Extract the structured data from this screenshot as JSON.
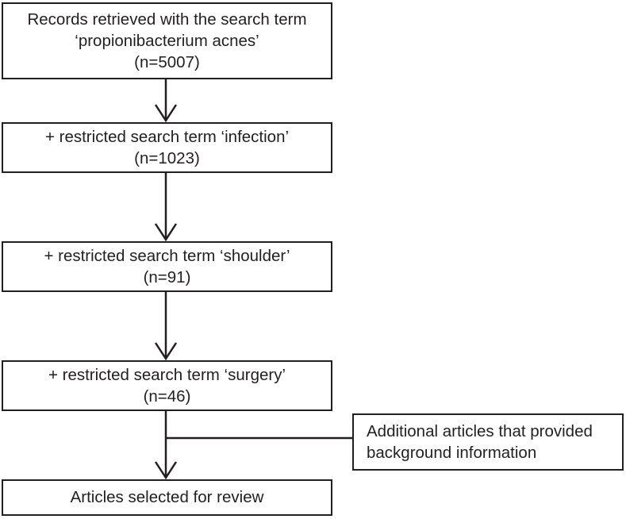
{
  "diagram": {
    "title": "Literature search flow diagram",
    "type": "flowchart",
    "colors": {
      "stroke": "#231f20",
      "text": "#231f20",
      "background": "#ffffff"
    },
    "nodes": [
      {
        "id": "records",
        "lines": [
          "Records retrieved with the search term",
          "‘propionibacterium acnes’",
          "(n=5007)"
        ],
        "count": 5007
      },
      {
        "id": "infection",
        "lines": [
          "+ restricted search term ‘infection’",
          "(n=1023)"
        ],
        "count": 1023
      },
      {
        "id": "shoulder",
        "lines": [
          "+ restricted search term ‘shoulder’",
          "(n=91)"
        ],
        "count": 91
      },
      {
        "id": "surgery",
        "lines": [
          "+ restricted search term ‘surgery’",
          "(n=46)"
        ],
        "count": 46
      },
      {
        "id": "additional",
        "lines": [
          "Additional articles that provided",
          "background information"
        ]
      },
      {
        "id": "selected",
        "lines": [
          "Articles selected for review"
        ]
      }
    ],
    "edges": [
      {
        "id": "records-to-infection",
        "from": "records",
        "to": "infection",
        "style": "arrow-down"
      },
      {
        "id": "infection-to-shoulder",
        "from": "infection",
        "to": "shoulder",
        "style": "arrow-down"
      },
      {
        "id": "shoulder-to-surgery",
        "from": "shoulder",
        "to": "surgery",
        "style": "arrow-down"
      },
      {
        "id": "surgery-to-selected",
        "from": "surgery",
        "to": "selected",
        "style": "arrow-down"
      },
      {
        "id": "additional-to-selected",
        "from": "additional",
        "to": "selected",
        "style": "elbow-line"
      }
    ]
  }
}
